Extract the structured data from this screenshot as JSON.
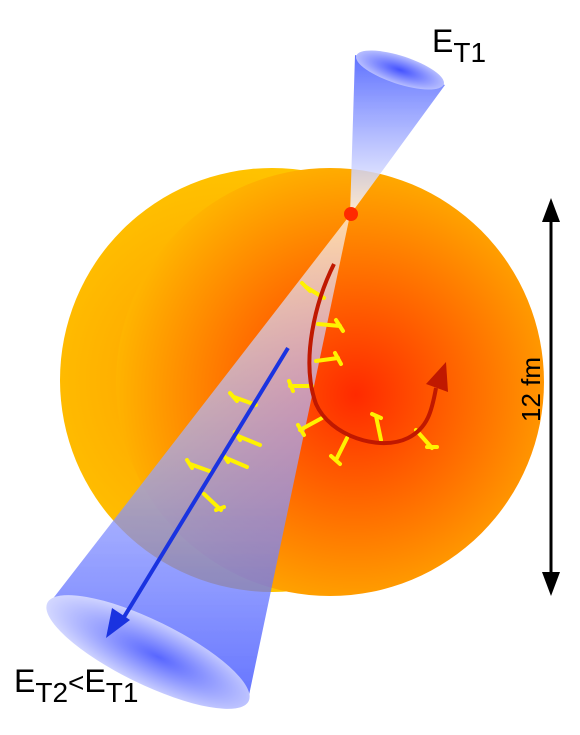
{
  "labels": {
    "jet_top_energy": "E",
    "jet_top_sub": "T1",
    "jet_bottom_e1": "E",
    "jet_bottom_sub1": "T2",
    "jet_bottom_lt": "<",
    "jet_bottom_e2": "E",
    "jet_bottom_sub2": "T1",
    "scale": "12 fm"
  },
  "colors": {
    "nucleus_outer": "#FFB000",
    "nucleus_core": "#FF2A00",
    "jet_cone": "#5A6BFF",
    "jet_arrow": "#1A33E0",
    "parton_path": "#C01800",
    "gluon": "#FFF200",
    "vertex": "#FF2A00",
    "scale_arrow": "#000000"
  },
  "icons": {
    "vertex": "red-dot",
    "scale": "double-headed-arrow"
  }
}
